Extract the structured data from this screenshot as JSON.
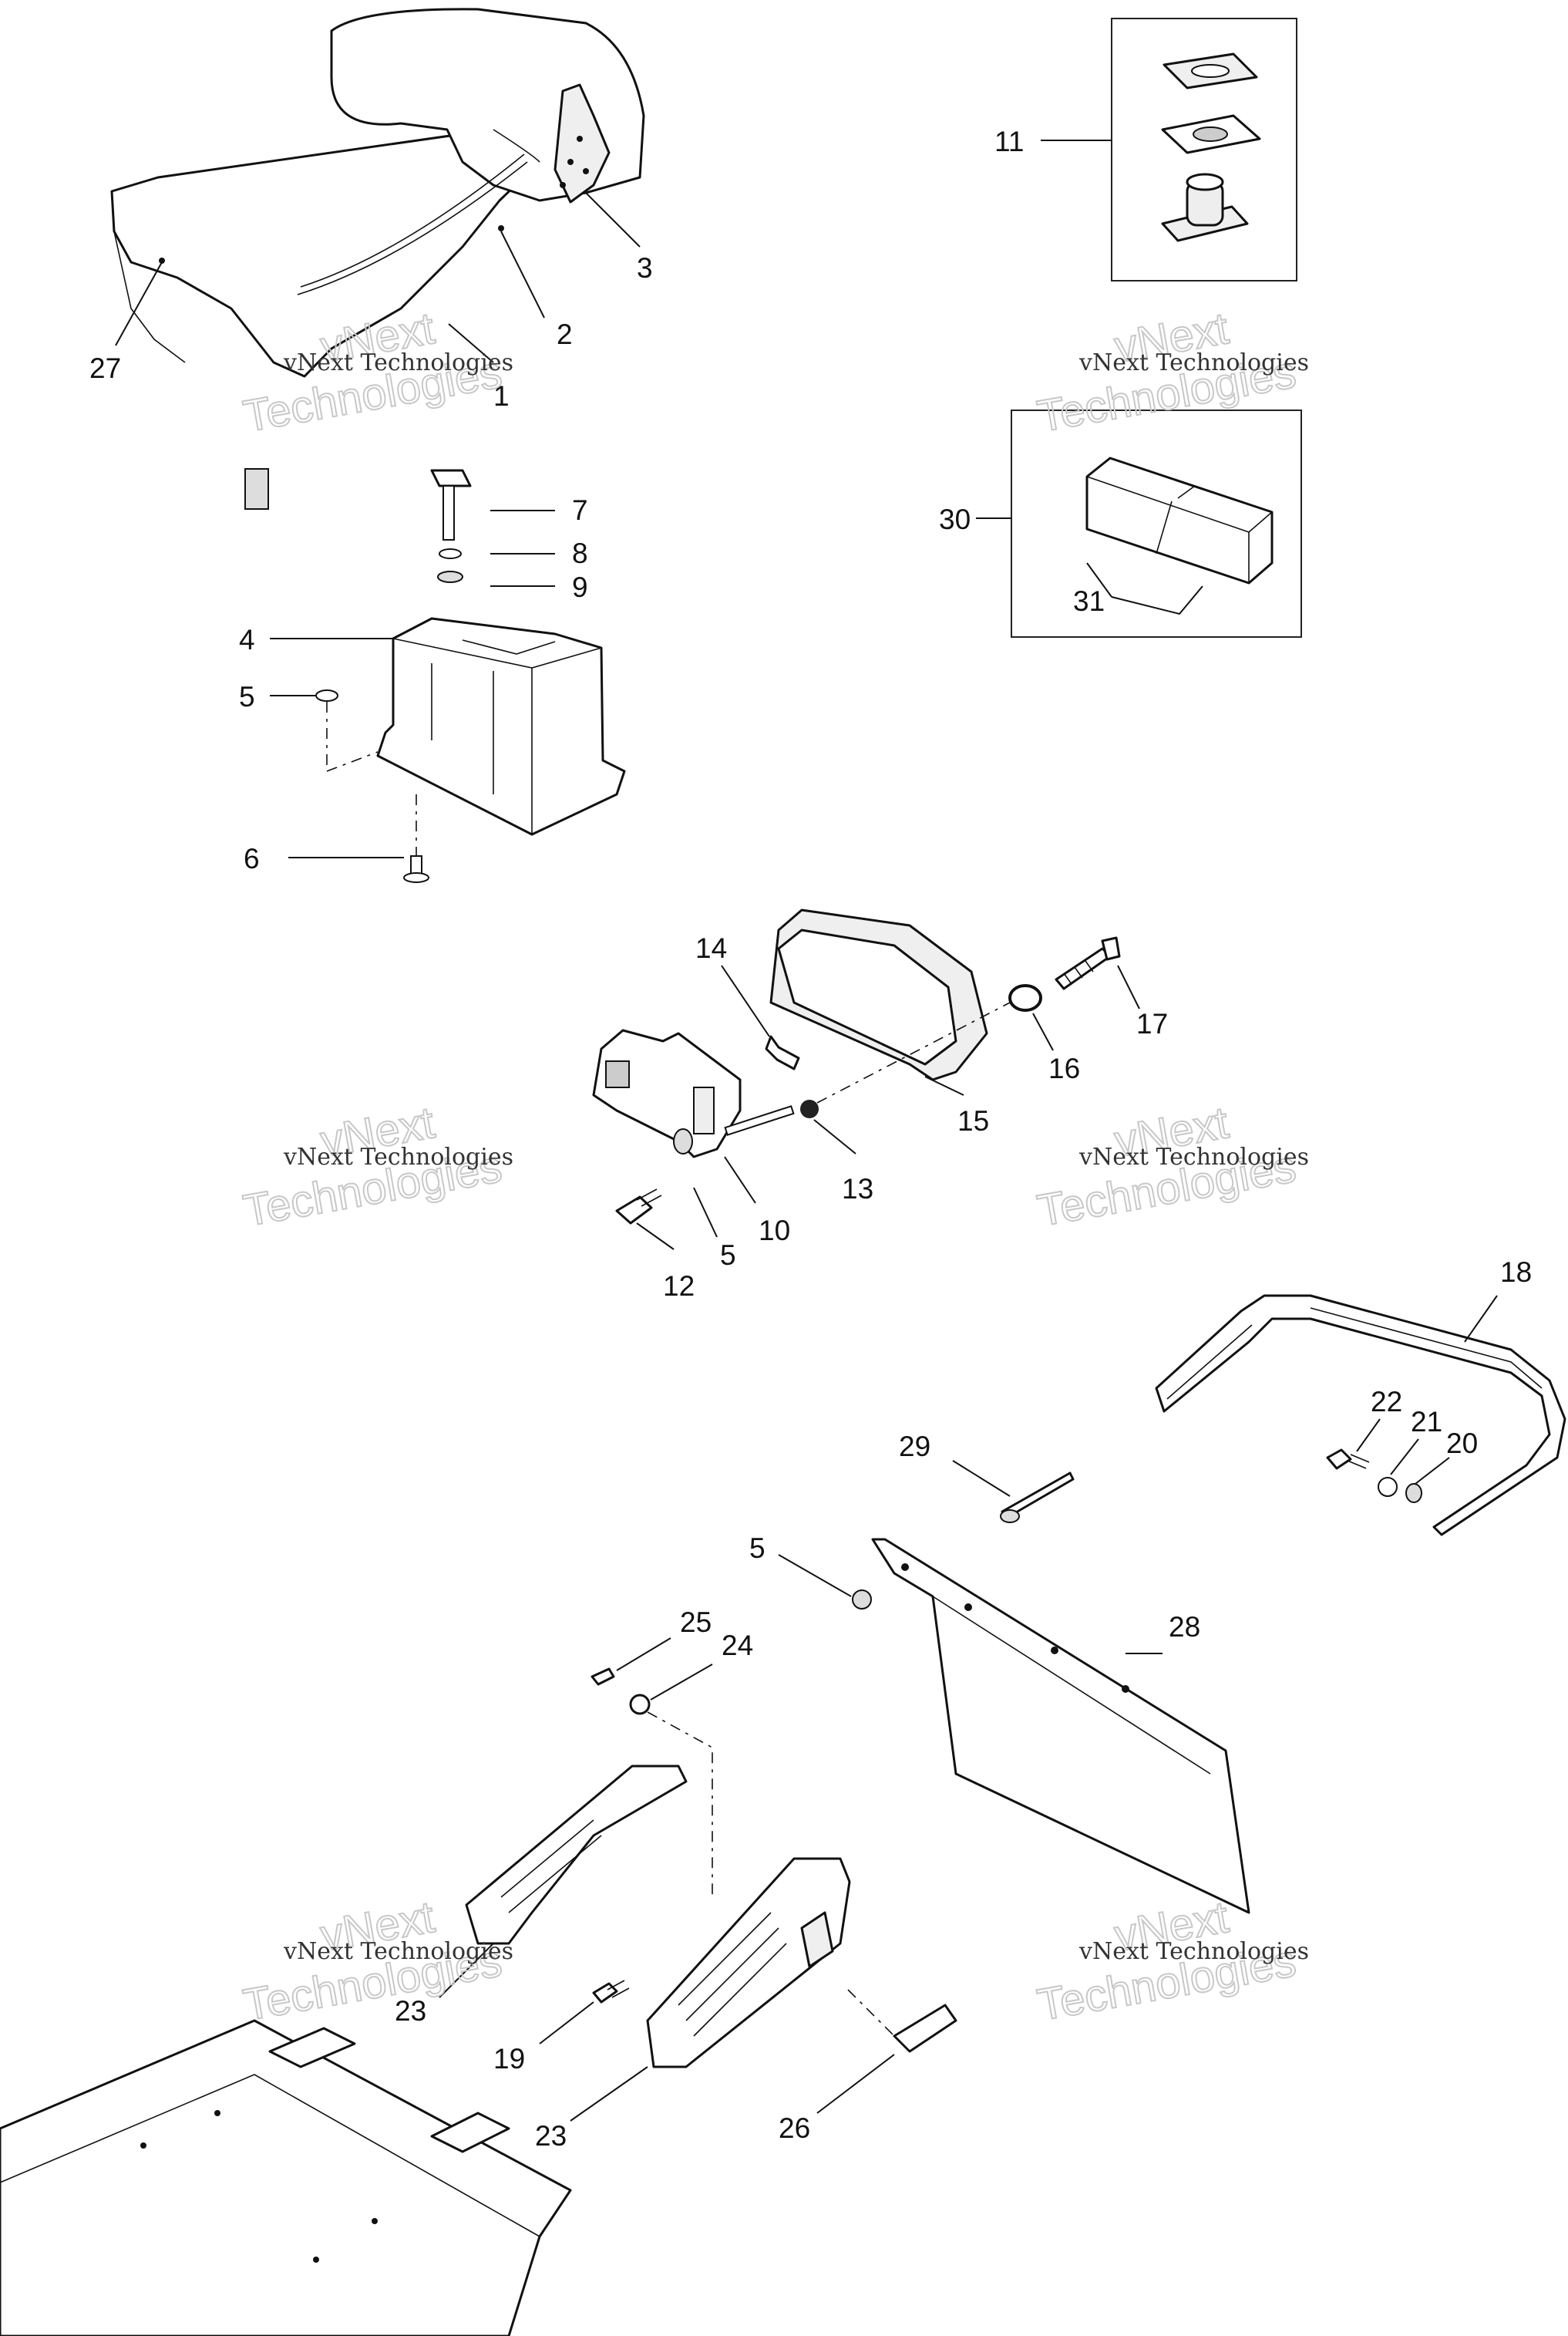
{
  "callouts": {
    "c27": "27",
    "c2": "2",
    "c3": "3",
    "c1": "1",
    "c11": "11",
    "c30": "30",
    "c31": "31",
    "c7": "7",
    "c8": "8",
    "c9": "9",
    "c4": "4",
    "c5a": "5",
    "c6": "6",
    "c14": "14",
    "c17": "17",
    "c16": "16",
    "c15": "15",
    "c13": "13",
    "c10": "10",
    "c5b": "5",
    "c12": "12",
    "c18": "18",
    "c22": "22",
    "c21": "21",
    "c20": "20",
    "c29": "29",
    "c5c": "5",
    "c28": "28",
    "c25": "25",
    "c24": "24",
    "c23a": "23",
    "c19": "19",
    "c23b": "23",
    "c26": "26"
  },
  "watermark": {
    "company": "vNext Technologies",
    "line1": "vNext",
    "line2": "Technologies"
  }
}
